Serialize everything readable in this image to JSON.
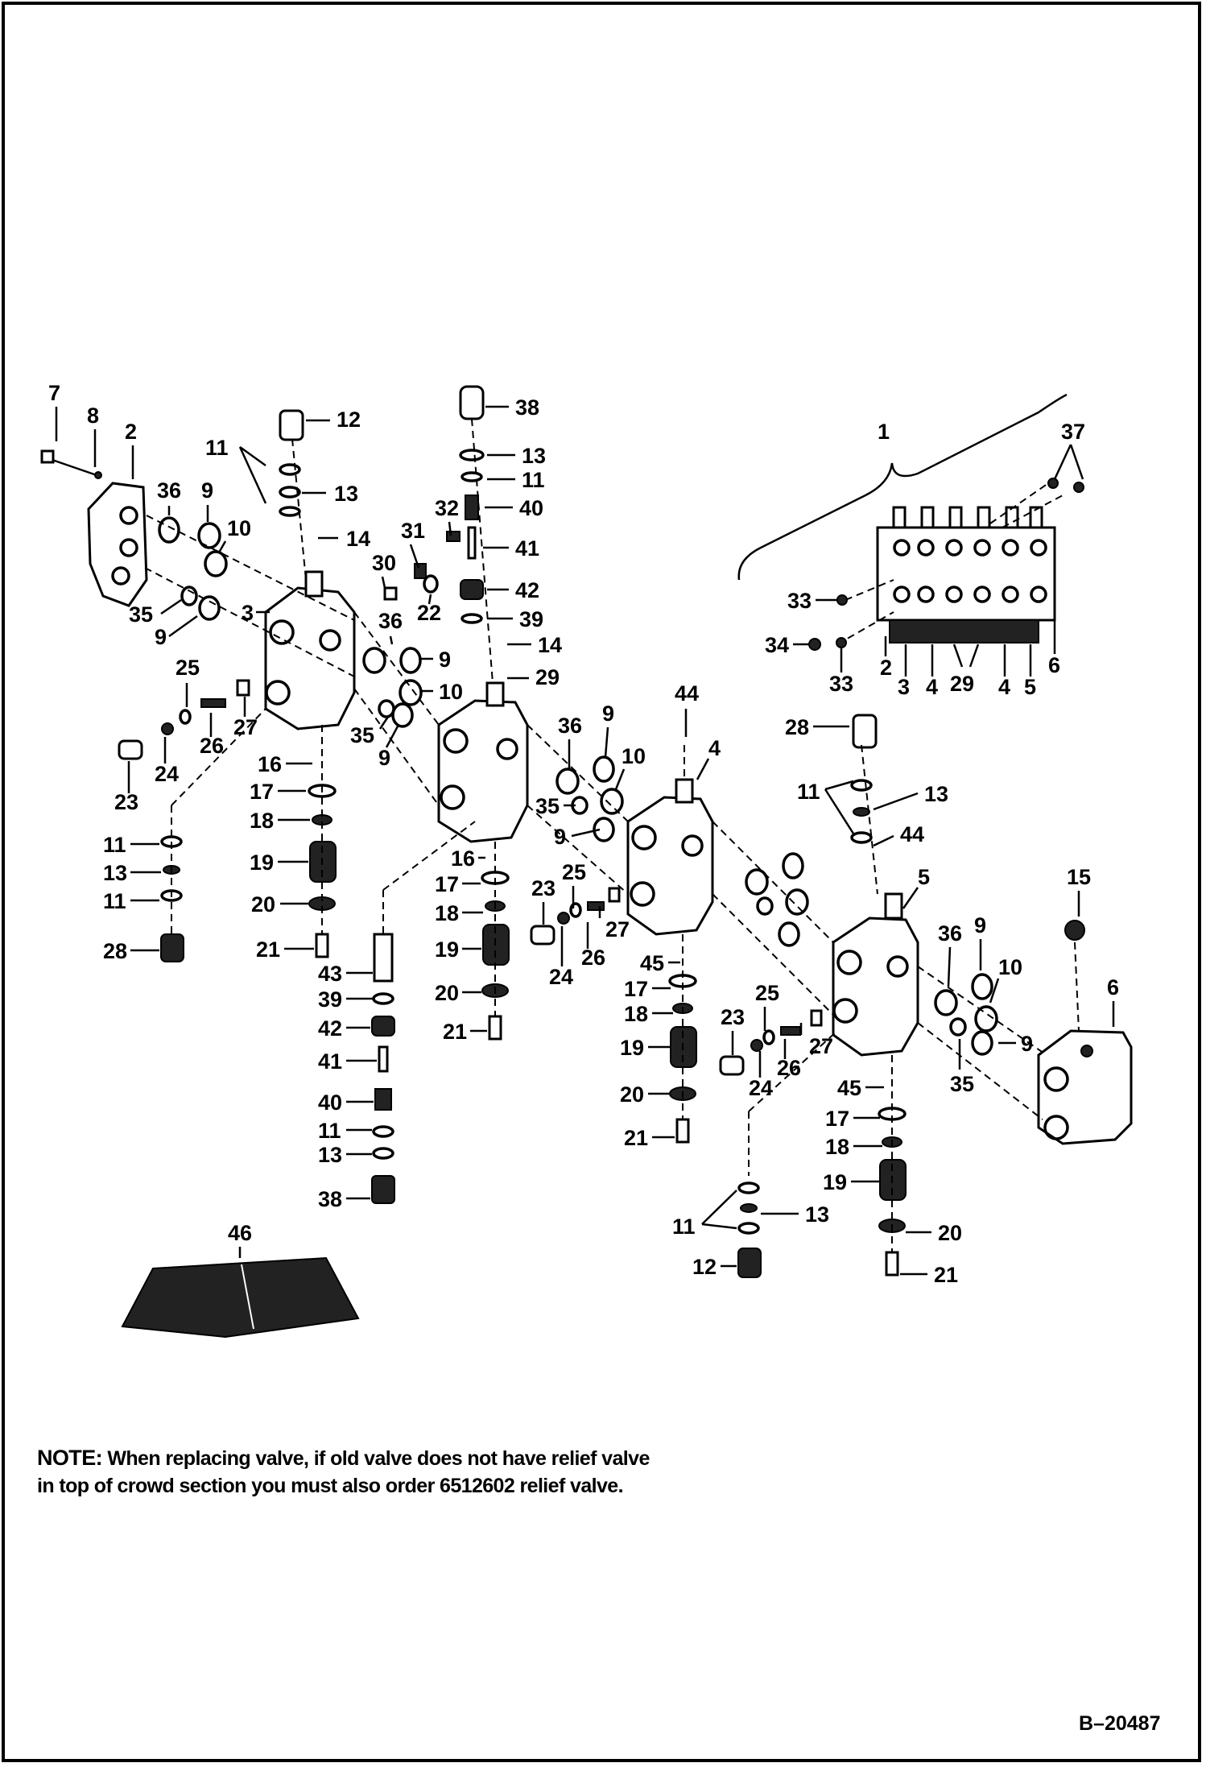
{
  "note": {
    "heading": "NOTE:",
    "line1": "When replacing valve, if old valve does not have relief valve",
    "line2": "in top of crowd section you must also order 6512602 relief valve."
  },
  "drawing_id": "B–20487",
  "callouts": [
    "1",
    "2",
    "3",
    "4",
    "5",
    "6",
    "7",
    "8",
    "9",
    "10",
    "11",
    "12",
    "13",
    "14",
    "15",
    "16",
    "17",
    "18",
    "19",
    "20",
    "21",
    "22",
    "23",
    "24",
    "25",
    "26",
    "27",
    "28",
    "29",
    "30",
    "31",
    "32",
    "33",
    "34",
    "35",
    "36",
    "37",
    "38",
    "39",
    "40",
    "41",
    "42",
    "43",
    "44",
    "45",
    "46"
  ]
}
